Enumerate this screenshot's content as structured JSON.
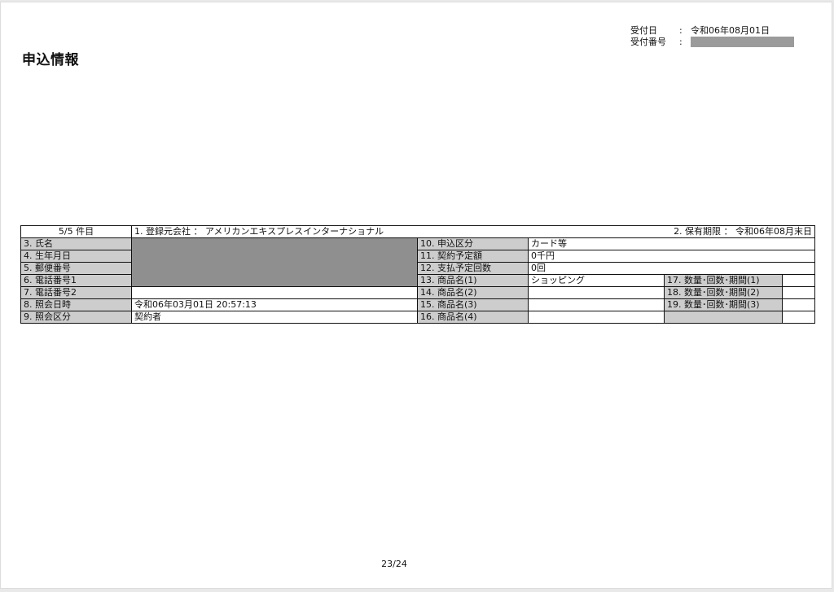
{
  "title": "申込情報",
  "meta": {
    "received_date_label": "受付日",
    "received_date_value": "令和06年08月01日",
    "receipt_number_label": "受付番号",
    "colon": ":"
  },
  "record": {
    "count": "5/5 件目",
    "registrar": "1. 登録元会社 ： アメリカンエキスプレスインターナショナル",
    "retention": "2. 保有期限 ： 令和06年08月末日"
  },
  "left_labels": [
    "3. 氏名",
    "4. 生年月日",
    "5. 郵便番号",
    "6. 電話番号1",
    "7. 電話番号2",
    "8. 照会日時",
    "9. 照会区分"
  ],
  "inquiry_datetime": "令和06年03月01日 20:57:13",
  "inquiry_type": "契約者",
  "mid_labels": [
    "10. 申込区分",
    "11. 契約予定額",
    "12. 支払予定回数",
    "13. 商品名(1)",
    "14. 商品名(2)",
    "15. 商品名(3)",
    "16. 商品名(4)"
  ],
  "mid_values": [
    "カード等",
    "0千円",
    "0回",
    "ショッピング",
    "",
    "",
    ""
  ],
  "right_labels": [
    "17. 数量･回数･期間(1)",
    "18. 数量･回数･期間(2)",
    "19. 数量･回数･期間(3)"
  ],
  "page_number": "23/24"
}
